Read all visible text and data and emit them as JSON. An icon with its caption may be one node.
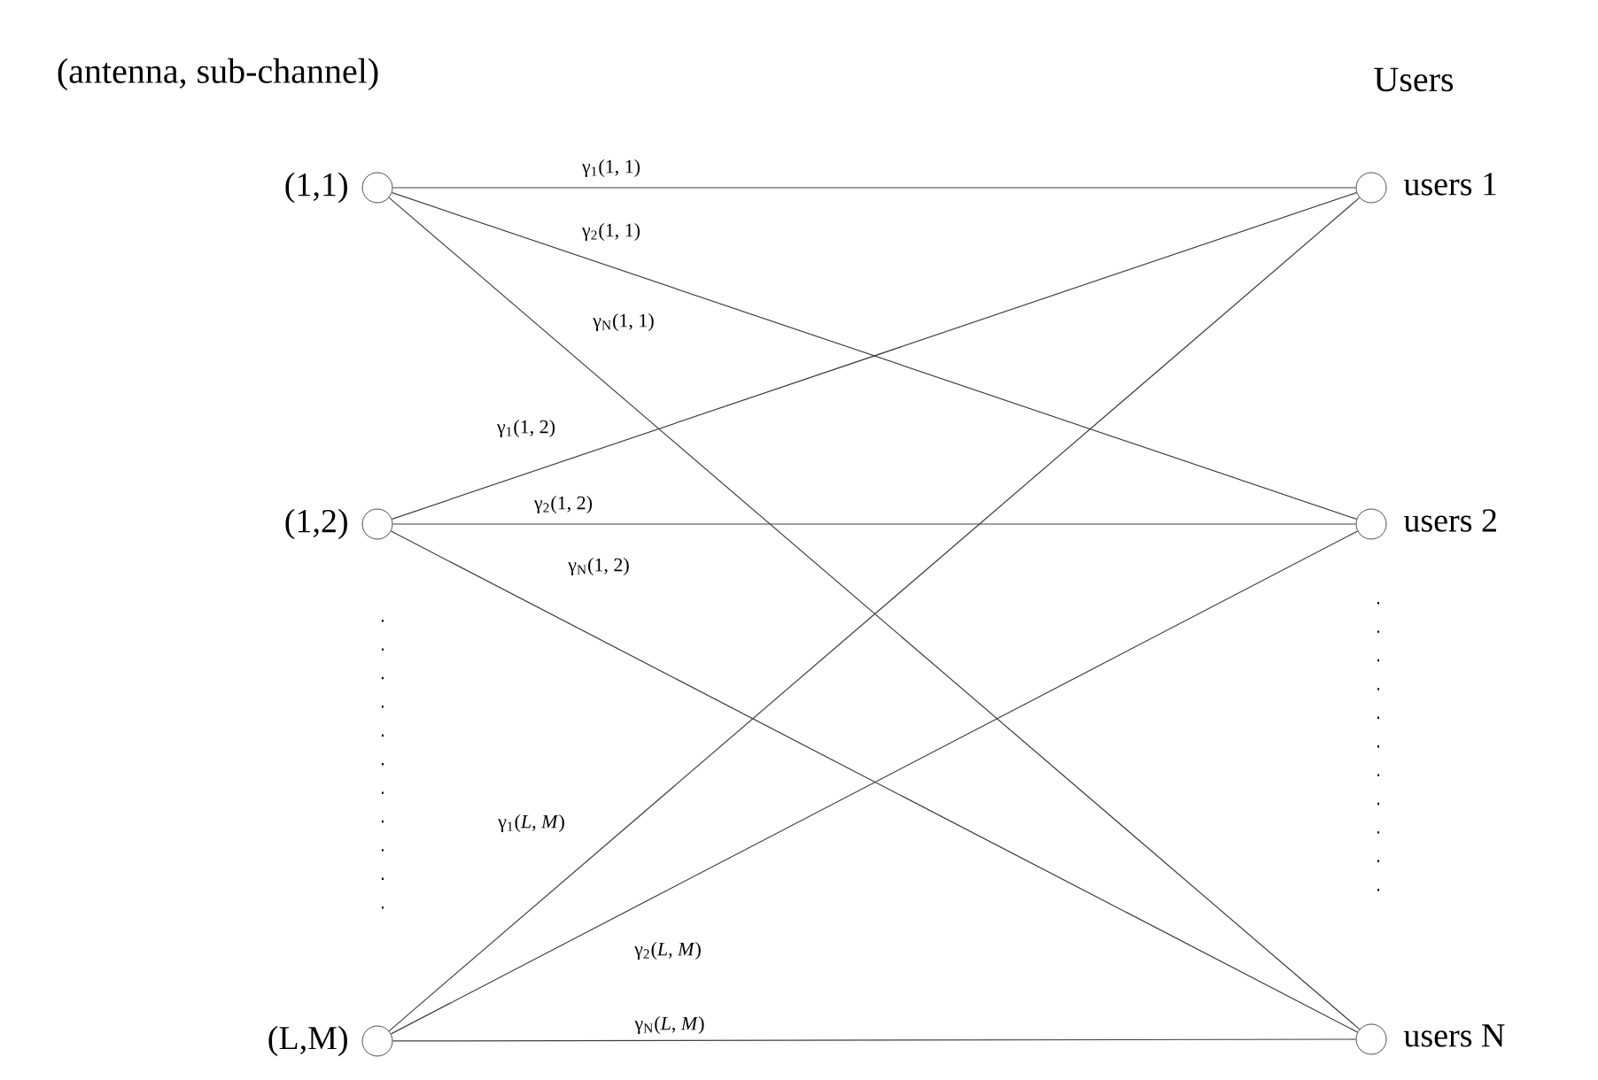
{
  "diagram": {
    "nodes": [
      {
        "text": [],
        "shape": "circle",
        "beside": [
          "(1,1)"
        ]
      },
      {
        "text": [],
        "shape": "circle",
        "beside": [
          "(1,2)"
        ]
      },
      {
        "text": [],
        "shape": "circle",
        "beside": [
          "(L,M)"
        ]
      },
      {
        "text": [],
        "shape": "circle",
        "beside": [
          "users 1"
        ]
      },
      {
        "text": [],
        "shape": "circle",
        "beside": [
          "users 2"
        ]
      },
      {
        "text": [],
        "shape": "circle",
        "beside": [
          "users N"
        ]
      }
    ],
    "edges": [
      {
        "from": 0,
        "to": 3,
        "arrow": "none",
        "label": "γ$_{1}$(1, 1)"
      },
      {
        "from": 0,
        "to": 4,
        "arrow": "none",
        "label": "γ$_{2}$(1, 1)"
      },
      {
        "from": 0,
        "to": 5,
        "arrow": "none",
        "label": "γ$_{N}$(1, 1)"
      },
      {
        "from": 1,
        "to": 3,
        "arrow": "none",
        "label": "γ$_{1}$(1, 2)"
      },
      {
        "from": 1,
        "to": 4,
        "arrow": "none",
        "label": "γ$_{2}$(1, 2)"
      },
      {
        "from": 1,
        "to": 5,
        "arrow": "none",
        "label": "γ$_{N}$(1, 2)"
      },
      {
        "from": 2,
        "to": 3,
        "arrow": "none",
        "label": "γ$_{1}$(*L*, *M*)"
      },
      {
        "from": 2,
        "to": 4,
        "arrow": "none",
        "label": "γ$_{2}$(*L*, *M*)"
      },
      {
        "from": 2,
        "to": 5,
        "arrow": "none",
        "label": "γ$_{N}$(*L*, *M*)"
      }
    ],
    "labels": [
      "(antenna, sub-channel)",
      "Users"
    ]
  }
}
